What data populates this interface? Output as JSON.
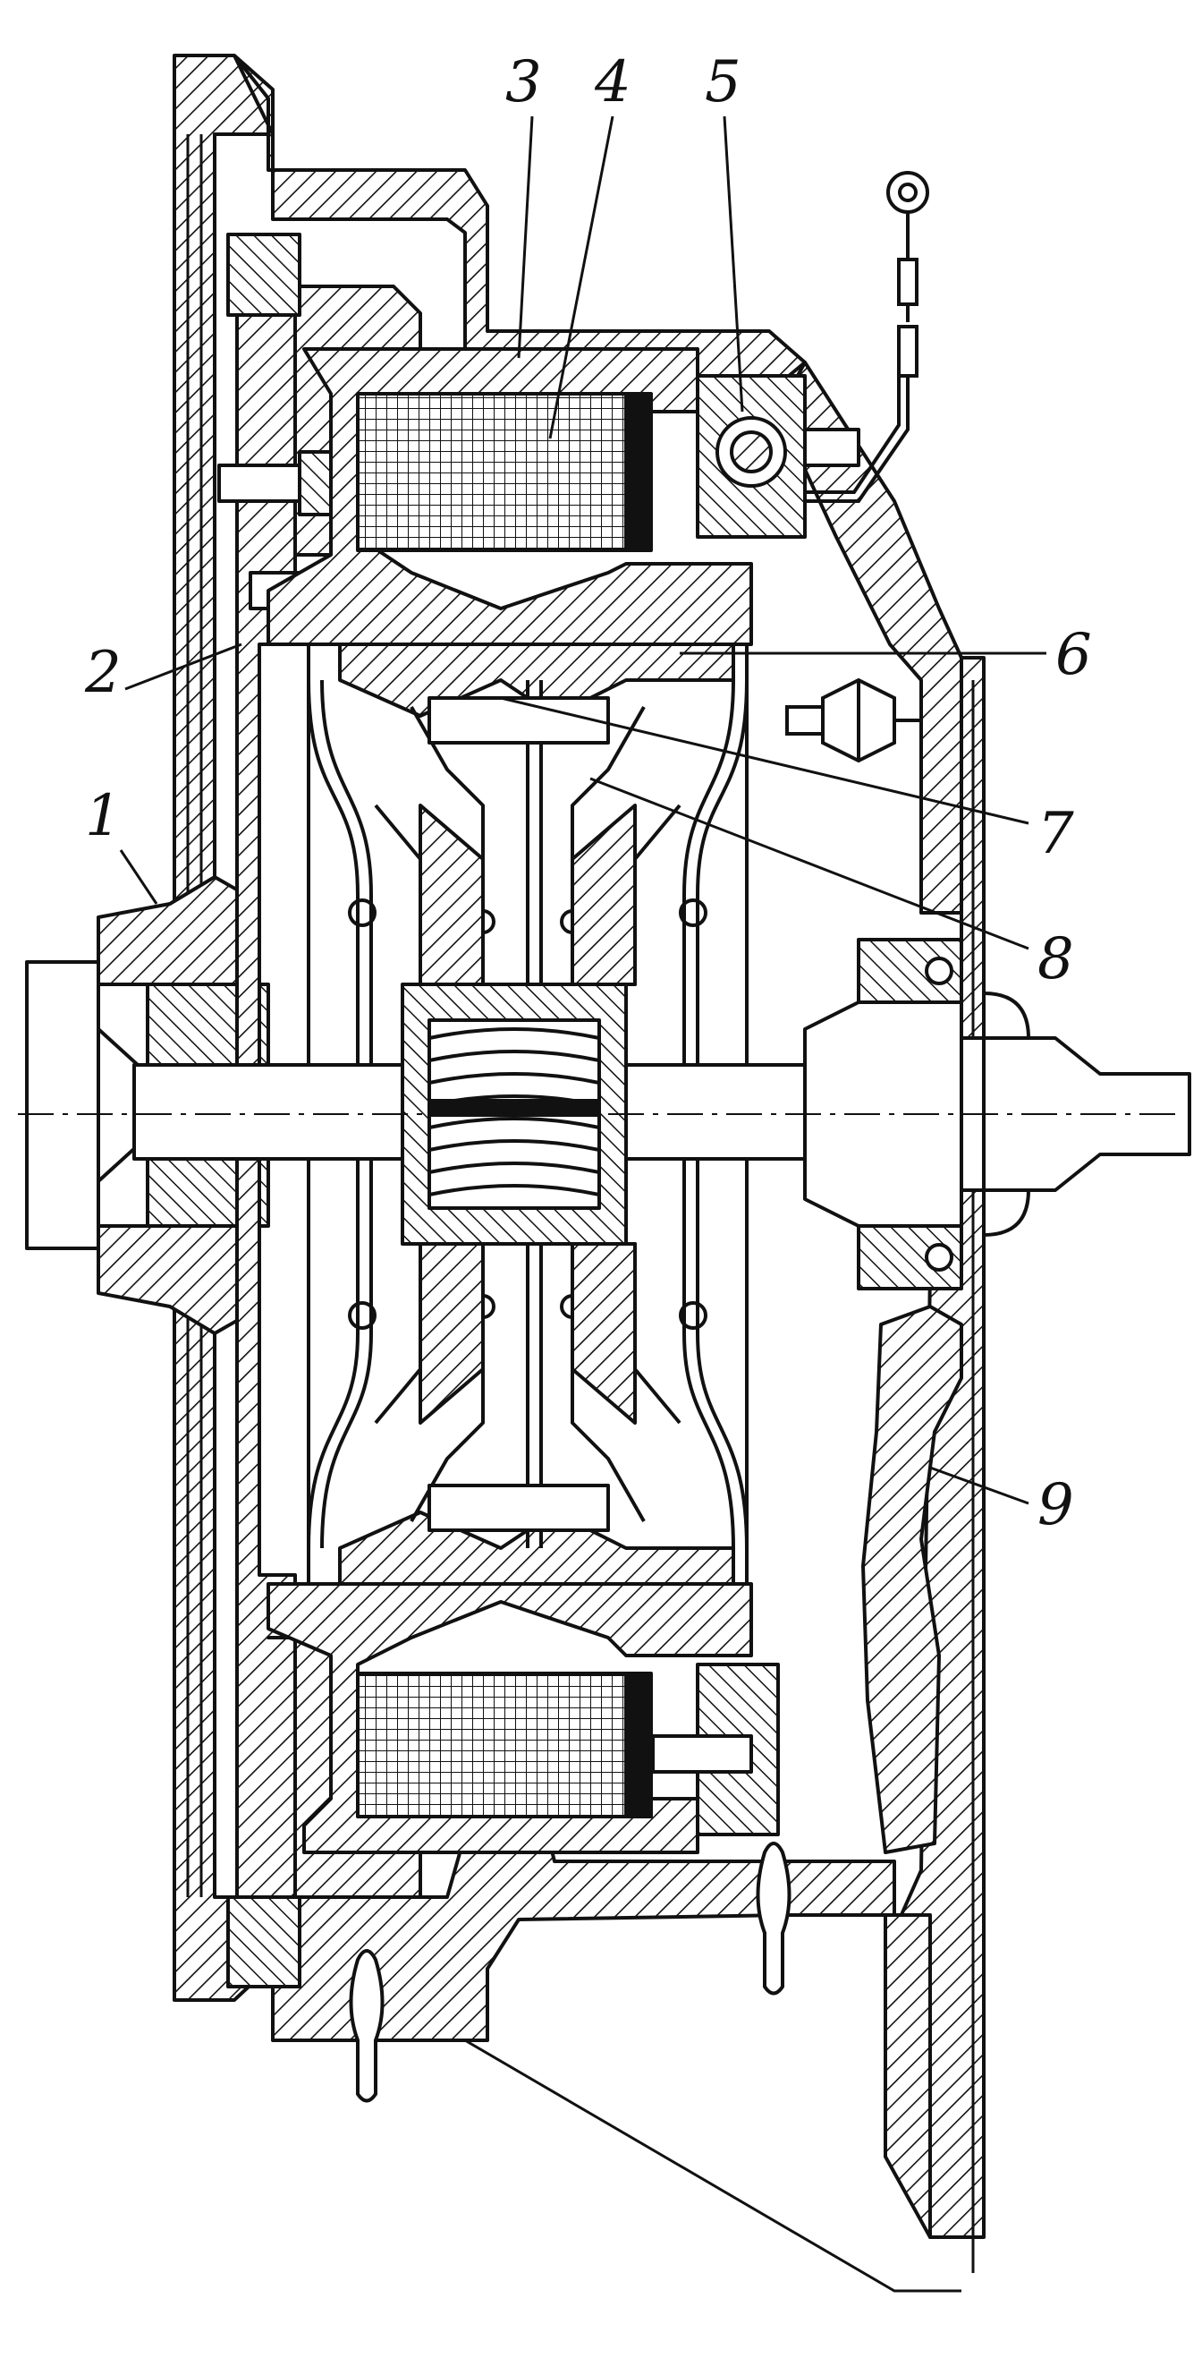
{
  "callouts": {
    "n1": "1",
    "n2": "2",
    "n3": "3",
    "n4": "4",
    "n5": "5",
    "n6": "6",
    "n7": "7",
    "n8": "8",
    "n9": "9"
  },
  "colors": {
    "ink": "#111111",
    "paper": "#ffffff"
  }
}
